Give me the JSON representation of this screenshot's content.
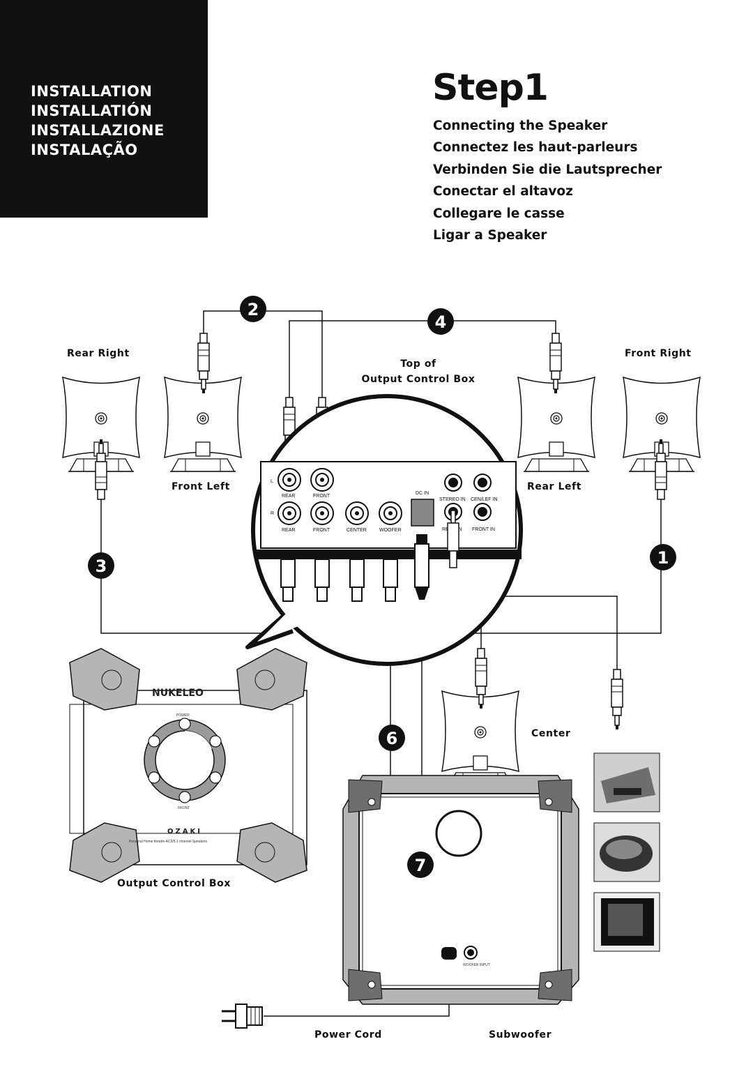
{
  "header": {
    "lines": [
      "INSTALLATION",
      "INSTALLATIÓN",
      "INSTALLAZIONE",
      "INSTALAÇÃO"
    ]
  },
  "step": {
    "title": "Step1",
    "subtitles": [
      "Connecting the Speaker",
      "Connectez les haut-parleurs",
      "Verbinden Sie die Lautsprecher",
      "Conectar el altavoz",
      "Collegare le casse",
      "Ligar a Speaker"
    ]
  },
  "labels": {
    "rear_right": "Rear Right",
    "front_right": "Front Right",
    "front_left": "Front Left",
    "rear_left": "Rear Left",
    "top_of_box_1": "Top of",
    "top_of_box_2": "Output Control Box",
    "center": "Center",
    "output_control_box": "Output Control Box",
    "power_cord": "Power Cord",
    "subwoofer": "Subwoofer"
  },
  "panel": {
    "L": "L",
    "R": "R",
    "rear": "REAR",
    "front": "FRONT",
    "center": "CENTER",
    "woofer": "WOOFER",
    "dc_in": "DC IN",
    "stereo_in": "STEREO IN",
    "cen_lef_in": "CEN/LEF IN",
    "rear_in": "REAR IN",
    "front_in": "FRONT IN"
  },
  "control_box": {
    "brand": "NUKELEO",
    "model": "OZAKI",
    "tagline": "Personal Home theatre AC3/5.1 channel Speakers",
    "power": "POWER",
    "front": "FRONT"
  },
  "subwoofer_jack": "WOOFER INPUT",
  "steps": [
    "1",
    "2",
    "3",
    "4",
    "6",
    "7"
  ],
  "colors": {
    "header_bg": "#111111",
    "header_text": "#ffffff",
    "line": "#111111",
    "grey_fill": "#b5b5b5",
    "dark_grey": "#6e6e6e"
  }
}
